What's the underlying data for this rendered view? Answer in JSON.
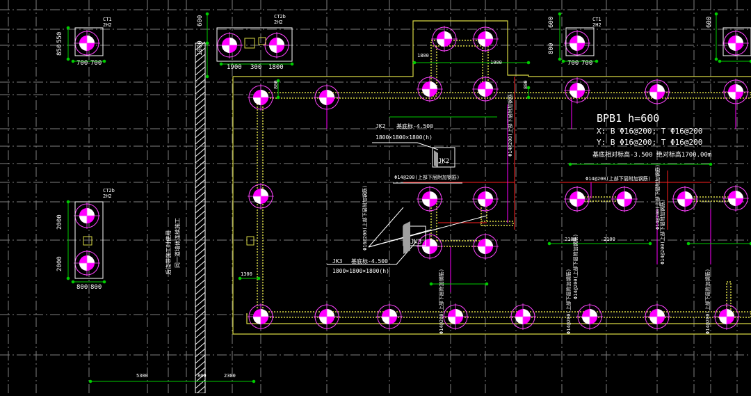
{
  "colors": {
    "background": "#000000",
    "grid": "#7f7f7f",
    "foundation": "#d8d844",
    "pile_fill": "#ff00ff",
    "pile_ring": "#ff44ff",
    "dimension": "#00cc00",
    "text": "#ffffff",
    "rebar_line": "#ff00ff",
    "red_line": "#ff2020",
    "hatch": "#ffffff"
  },
  "labels": {
    "top_caps": [
      {
        "label": "CT1",
        "sub": "2H2"
      },
      {
        "label": "CT2b",
        "sub": "2H2"
      },
      {
        "label": "CT1",
        "sub": "2H2"
      }
    ],
    "left_cap": {
      "label": "CT2b",
      "sub": "2H2"
    },
    "slab_title": "BPB1  h=600",
    "slab_x": "X: B Φ16@200; T Φ16@200",
    "slab_y": "Y: B Φ16@200; T Φ16@200",
    "slab_elev": "基底相对标高-3.500  绝对标高1700.00m",
    "jk2_label": "JK2",
    "jk2_elev": "基底标-4.500",
    "jk2_size": "1800×1800×1800(h)",
    "jk3_label": "JK3",
    "jk3_elev": "基底标-4.500",
    "jk3_size": "1800×1800×1800(h)",
    "rebar_top": "Φ14@200(上部下层附加钢筋)",
    "rebar_mid": "Φ14@200(上部下层附加钢筋)",
    "rebar_v1": "Φ14@200(上部下层附加钢筋)",
    "rebar_v2": "Φ16@200(上部下层附加钢筋)",
    "rebar_v3": "Φ14@200(上部下层附加钢筋)",
    "rebar_v4": "Φ14@200(上部下层附加钢筋)",
    "rebar_v5": "Φ14@200(上部下层附加钢筋)",
    "rebar_v6": "Φ14@200(上部下层附加钢筋)",
    "rebar_v7": "Φ14@200(上部下层附加钢筋)",
    "rebar_v8": "Φ14@200(上部下层附加钢筋)",
    "wall_note": "后浇带施工时使用",
    "wall_note2": "同一道墙体连续施工"
  },
  "dims": {
    "d550": "550",
    "d850": "850",
    "d700a": "700",
    "d700b": "700",
    "d600": "600",
    "d1900": "1900",
    "d300": "300",
    "d1800": "1800",
    "d1000": "1000",
    "d1800b": "1800",
    "d1000b": "1000",
    "d800a": "800",
    "d800b": "800",
    "d700c": "700",
    "d700d": "700",
    "d600b": "600",
    "d800c": "800",
    "d600c": "600",
    "d2000a": "2000",
    "d2000b": "2000",
    "d800l": "800",
    "d800r": "800",
    "d1300": "1300",
    "d2100a": "2100",
    "d2100b": "2100",
    "d5300": "5300",
    "d800bot": "800",
    "d2300": "2300"
  }
}
